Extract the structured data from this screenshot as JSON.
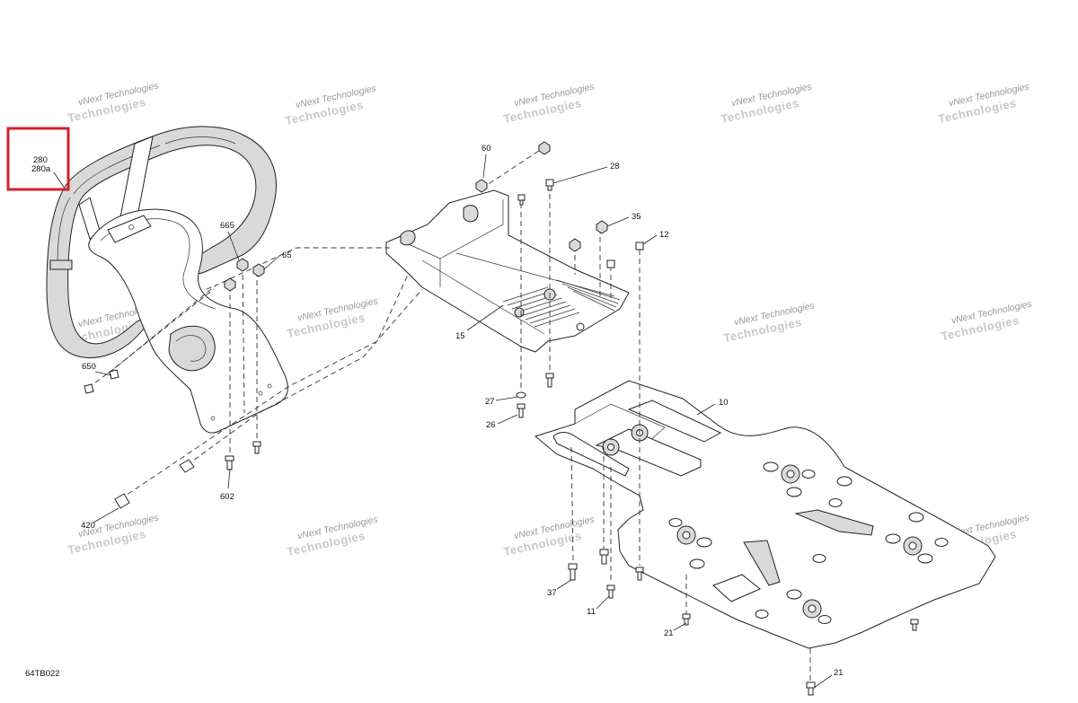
{
  "diagram": {
    "code": "64TB022",
    "highlight_labels": [
      "280",
      "280a"
    ],
    "watermark_line1": "vNext Technologies",
    "watermark_line2": "Technologies",
    "callouts": {
      "c60": "60",
      "c28": "28",
      "c35": "35",
      "c12": "12",
      "c665": "665",
      "c65": "65",
      "c15": "15",
      "c650": "650",
      "c27": "27",
      "c26": "26",
      "c10": "10",
      "c602": "602",
      "c420": "420",
      "c37": "37",
      "c11": "11",
      "c21a": "21",
      "c21b": "21"
    }
  }
}
